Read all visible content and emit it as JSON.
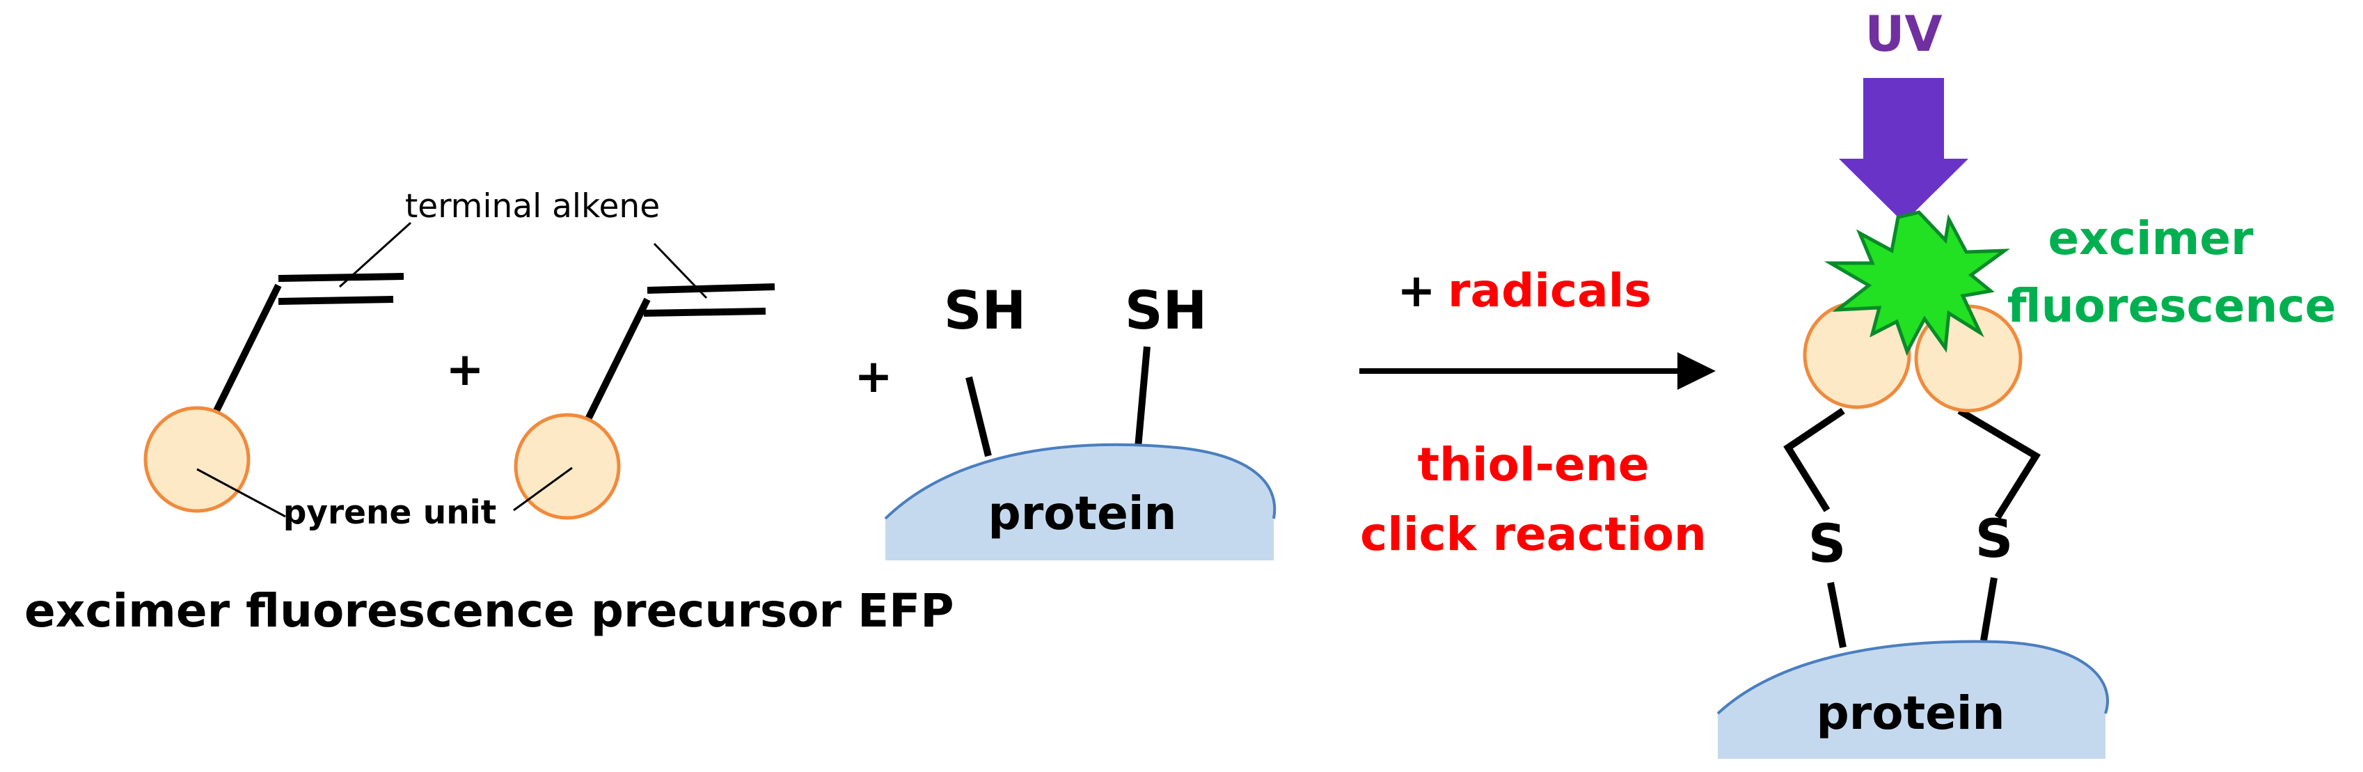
{
  "labels": {
    "terminal_alkene": "terminal alkene",
    "pyrene_unit": "pyrene unit",
    "plus1": "+",
    "plus2": "+",
    "sh1": "SH",
    "sh2": "SH",
    "protein_left": "protein",
    "efp_caption": "excimer fluorescence precursor EFP",
    "plus_radicals_plus": "+",
    "radicals": "radicals",
    "thiol_ene": "thiol-ene",
    "click_reaction": "click reaction",
    "uv": "UV",
    "excimer": "excimer",
    "fluorescence": "fluorescence",
    "s1": "S",
    "s2": "S",
    "protein_right": "protein"
  },
  "colors": {
    "black": "#000000",
    "red": "#ff0000",
    "green": "#00b050",
    "purple": "#7030a0",
    "arrow_purple": "#6a33c8",
    "pyrene_fill": "#fde9c6",
    "pyrene_stroke": "#f08a3c",
    "protein_fill": "#c5d9ee",
    "protein_stroke": "#4a7ec0",
    "star_fill": "#22e022",
    "star_stroke": "#0a8a2a"
  }
}
